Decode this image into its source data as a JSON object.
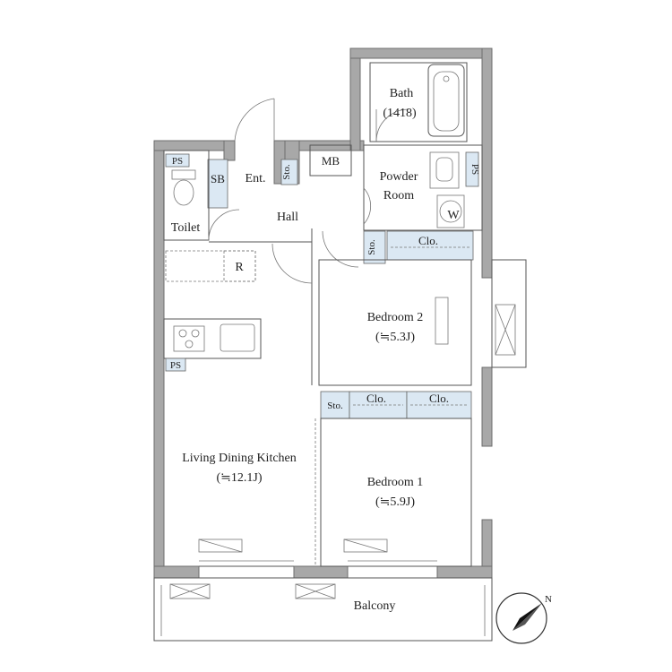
{
  "rooms": {
    "bath": {
      "name": "Bath",
      "size": "(1418)"
    },
    "mb": {
      "name": "MB"
    },
    "ps_top_left": {
      "name": "PS"
    },
    "ps_right": {
      "name": "PS"
    },
    "ps_kitchen": {
      "name": "PS"
    },
    "sb": {
      "name": "SB"
    },
    "ent": {
      "name": "Ent."
    },
    "sto_ent": {
      "name": "Sto."
    },
    "powder": {
      "name_line1": "Powder",
      "name_line2": "Room"
    },
    "toilet": {
      "name": "Toilet"
    },
    "hall": {
      "name": "Hall"
    },
    "washer": {
      "name": "W"
    },
    "sto_hall": {
      "name": "Sto."
    },
    "clo_bed2": {
      "name": "Clo."
    },
    "fridge": {
      "name": "R"
    },
    "bedroom2": {
      "name": "Bedroom 2",
      "size": "(≒5.3J)"
    },
    "sto_bed1": {
      "name": "Sto."
    },
    "clo_bed1_left": {
      "name": "Clo."
    },
    "clo_bed1_right": {
      "name": "Clo."
    },
    "ldk": {
      "name": "Living Dining Kitchen",
      "size": "(≒12.1J)"
    },
    "bedroom1": {
      "name": "Bedroom 1",
      "size": "(≒5.9J)"
    },
    "balcony": {
      "name": "Balcony"
    }
  },
  "compass": {
    "north_label": "N"
  }
}
